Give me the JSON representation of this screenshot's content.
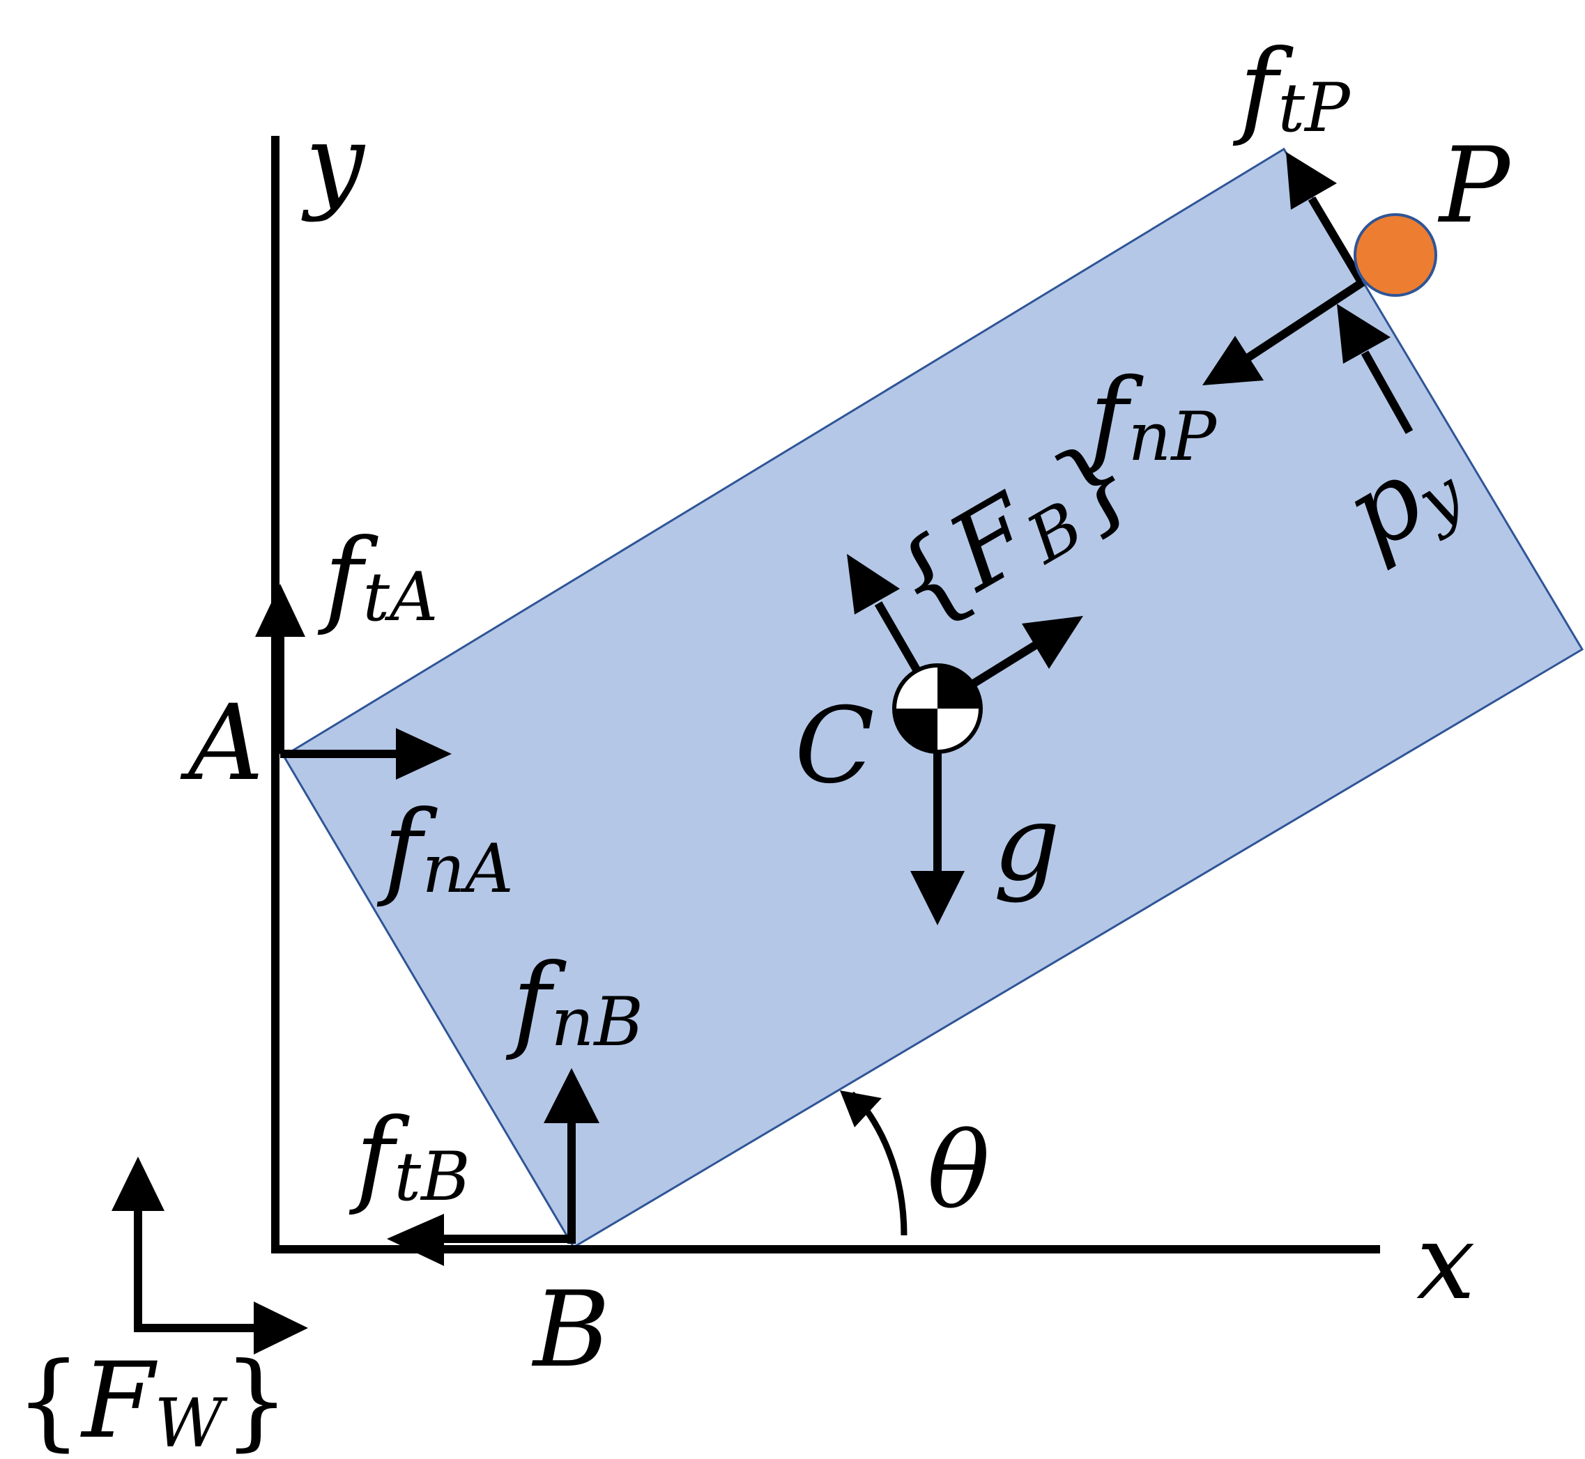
{
  "colors": {
    "block_fill": "#b4c7e7",
    "block_stroke": "#2f5597",
    "contact_point": "#ed7d31",
    "ink": "#000000"
  },
  "axes": {
    "x_label": "x",
    "y_label": "y"
  },
  "points": {
    "A": "A",
    "B": "B",
    "C": "C",
    "P": "P"
  },
  "forces": {
    "ftA": {
      "main": "f",
      "sub": "tA"
    },
    "fnA": {
      "main": "f",
      "sub": "nA"
    },
    "fnB": {
      "main": "f",
      "sub": "nB"
    },
    "ftB": {
      "main": "f",
      "sub": "tB"
    },
    "ftP": {
      "main": "f",
      "sub": "tP"
    },
    "fnP": {
      "main": "f",
      "sub": "nP"
    },
    "gravity": "g"
  },
  "push_label": {
    "main": "p",
    "sub": "y"
  },
  "angle_label": "θ",
  "frames": {
    "body": {
      "open": "{",
      "main": "F",
      "sub": "B",
      "close": "}"
    },
    "world": {
      "open": "{",
      "main": "F",
      "sub": "W",
      "close": "}"
    }
  }
}
